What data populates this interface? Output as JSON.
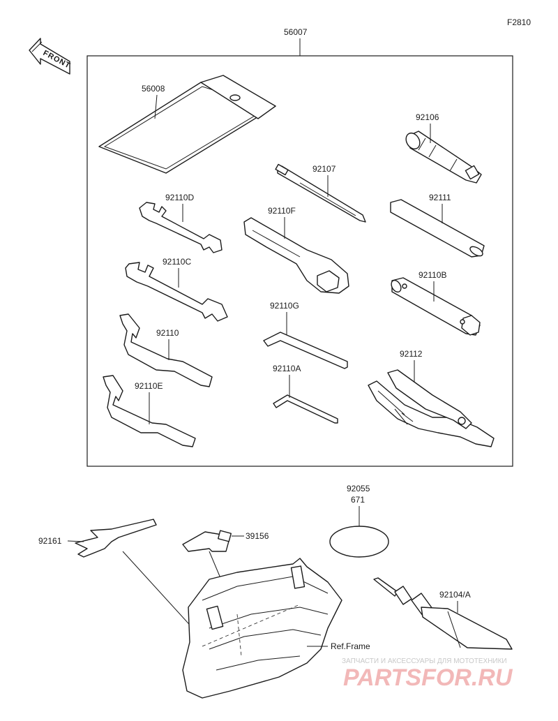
{
  "figure_code": "F2810",
  "front_label": "FRONT",
  "kit_label": "56007",
  "parts": {
    "p56008": "56008",
    "p92106": "92106",
    "p92107": "92107",
    "p92110D": "92110D",
    "p92110F": "92110F",
    "p92111": "92111",
    "p92110C": "92110C",
    "p92110B": "92110B",
    "p92110G": "92110G",
    "p92110": "92110",
    "p92112": "92112",
    "p92110A": "92110A",
    "p92110E": "92110E",
    "p92055": "92055",
    "p671": "671",
    "p92161": "92161",
    "p39156": "39156",
    "p92104A": "92104/A"
  },
  "ref_frame": "Ref.Frame",
  "watermark": {
    "caption": "ЗАПЧАСТИ И АКСЕССУАРЫ ДЛЯ МОТОТЕХНИКИ",
    "logo": "PARTSFOR.RU"
  }
}
